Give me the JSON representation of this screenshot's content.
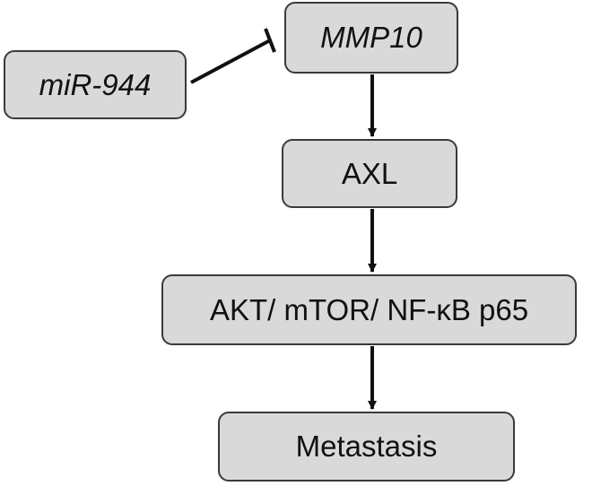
{
  "nodes": {
    "mir944": {
      "label": "miR-944"
    },
    "mmp10": {
      "label": "MMP10"
    },
    "axl": {
      "label": "AXL"
    },
    "akt": {
      "label": "AKT/ mTOR/ NF-κB p65"
    },
    "metastasis": {
      "label": "Metastasis"
    }
  },
  "edges": [
    {
      "from": "miR-944",
      "to": "MMP10",
      "type": "inhibition"
    },
    {
      "from": "MMP10",
      "to": "AXL",
      "type": "activation"
    },
    {
      "from": "AXL",
      "to": "AKT/ mTOR/ NF-κB p65",
      "type": "activation"
    },
    {
      "from": "AKT/ mTOR/ NF-κB p65",
      "to": "Metastasis",
      "type": "activation"
    }
  ],
  "colors": {
    "node_fill": "#d9d9d9",
    "node_border": "#3a3a3a",
    "edge": "#111111",
    "text": "#111111"
  }
}
